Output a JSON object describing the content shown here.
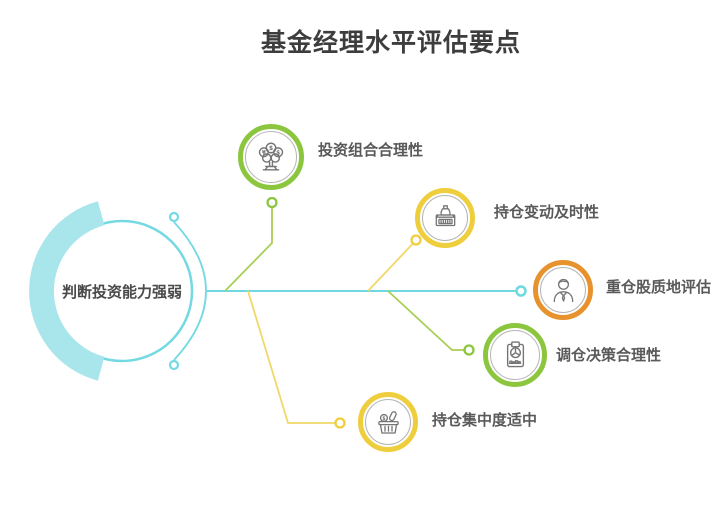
{
  "title": "基金经理水平评估要点",
  "center_node": {
    "label": "判断投资能力强弱"
  },
  "nodes": [
    {
      "label": "投资组合合理性",
      "icon": "money-tree-icon",
      "ring_color": "#8cc63f"
    },
    {
      "label": "持仓变动及时性",
      "icon": "bottle-crate-icon",
      "ring_color": "#efce3d"
    },
    {
      "label": "重仓股质地评估",
      "icon": "businessman-icon",
      "ring_color": "#e8922e"
    },
    {
      "label": "调仓决策合理性",
      "icon": "clipboard-chart-icon",
      "ring_color": "#8cc63f"
    },
    {
      "label": "持仓集中度适中",
      "icon": "shopping-basket-icon",
      "ring_color": "#efce3d"
    }
  ],
  "icons": {
    "currency_dollar": "$",
    "currency_yen": "¥"
  },
  "colors": {
    "accent_cyan": "#6fd8e1",
    "crescent_fill": "#a9e6ec",
    "green": "#8cc63f",
    "green_line": "#a9ce54",
    "yellow": "#efce3d",
    "yellow_line": "#f1d867",
    "orange": "#e8922e",
    "icon_gray": "#757575",
    "inner_ring_gray": "#b5b5b5",
    "label_text": "#595959",
    "title_text": "#3d3d3d"
  }
}
